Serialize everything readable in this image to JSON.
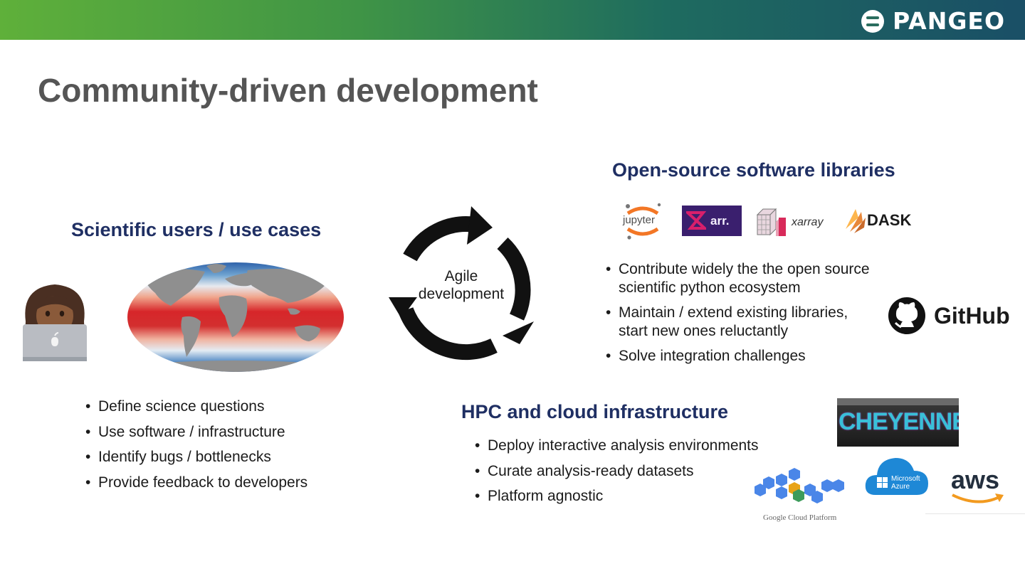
{
  "brand": {
    "name": "PANGEO"
  },
  "slide": {
    "title": "Community-driven development"
  },
  "users": {
    "heading": "Scientific users / use cases",
    "bullets": [
      "Define science questions",
      "Use software / infrastructure",
      "Identify bugs / bottlenecks",
      "Provide feedback to developers"
    ]
  },
  "agile": {
    "line1": "Agile",
    "line2": "development"
  },
  "libraries": {
    "heading": "Open-source software libraries",
    "bullets": [
      [
        "Contribute widely the the open source",
        "scientific python ecosystem"
      ],
      [
        "Maintain / extend existing libraries,",
        "start new ones reluctantly"
      ],
      [
        "Solve integration challenges"
      ]
    ],
    "logos": {
      "jupyter": "jupyter",
      "zarr": "arr.",
      "xarray": "xarray",
      "dask": "DASK",
      "github": "GitHub"
    }
  },
  "infra": {
    "heading": "HPC and cloud infrastructure",
    "bullets": [
      "Deploy interactive analysis environments",
      "Curate analysis-ready datasets",
      "Platform agnostic"
    ],
    "logos": {
      "cheyenne": "CHEYENNE",
      "gcp": "Google Cloud Platform",
      "azure_1": "Microsoft",
      "azure_2": "Azure",
      "aws": "aws"
    }
  },
  "colors": {
    "heading": "#1f2f63",
    "title": "#555555",
    "zarr_bg": "#3a1f6e",
    "zarr_accent": "#d81f6b",
    "dask": "#e8883a",
    "jupyter": "#f37726",
    "azure": "#1e88d6",
    "aws_smile": "#f29a1f"
  }
}
